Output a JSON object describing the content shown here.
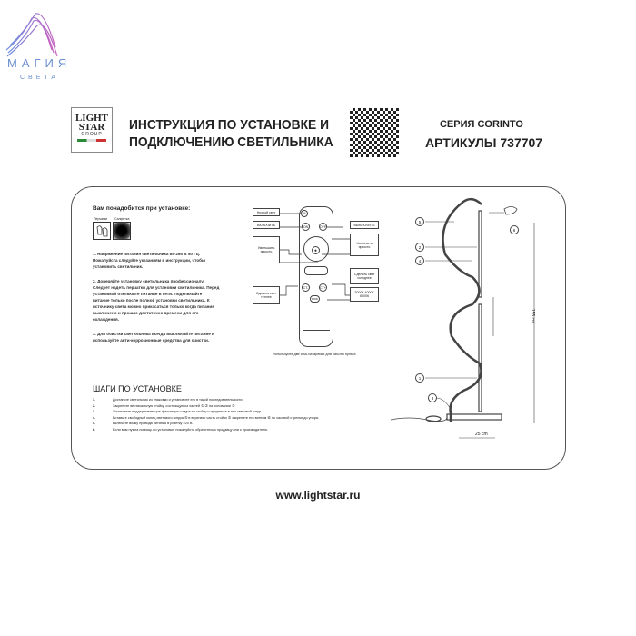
{
  "brand": {
    "name": "МАГИЯ",
    "sub": "СВЕТА"
  },
  "header": {
    "logo": [
      "LIGHT",
      "STAR",
      "GROUP"
    ],
    "title_line1": "ИНСТРУКЦИЯ ПО УСТАНОВКЕ И",
    "title_line2": "ПОДКЛЮЧЕНИЮ СВЕТИЛЬНИКА",
    "series": "СЕРИЯ CORINTO",
    "article": "АРТИКУЛЫ 737707"
  },
  "need": {
    "title": "Вам понадобится при установке:",
    "tools": [
      "Перчатки",
      "Салфетка"
    ]
  },
  "paragraphs": [
    "1. Напряжение питания светильника 85-265 В 50 Гц. Пожалуйста следуйте указаниям в инструкции, чтобы установить светильник.",
    "2. Доверяйте установку светильника профессионалу. Следует надеть перчатки для установки светильника. Перед установкой отключите питание в сети. Подключайте питание только после полной установки светильника. К источнику света можно прикасаться только когда питание выключено и прошло достаточно времени для его охлаждения.",
    "3. Для очистки светильника всегда выключайте питание и используйте анти-коррозионные средства для очистки."
  ],
  "remote": {
    "labels": {
      "night": "Ночной свет",
      "on": "ВКЛЮЧИТЬ",
      "off": "ВЫКЛЮЧИТЬ",
      "dim": "Уменьшить яркость",
      "bright": "Увеличить яркость",
      "warm": "Сделать свет теплее",
      "cold": "Сделать свет холоднее",
      "cct": "3000К 4000К 6000К"
    },
    "buttons": {
      "m": "M",
      "on": "ON",
      "off": "OFF",
      "ctm": "CT-",
      "ctp": "CT+",
      "cct": "3000K"
    },
    "caption": "Используйте две AAA батарейки для работы пульта"
  },
  "steps": {
    "title": "ШАГИ ПО УСТАНОВКЕ",
    "items": [
      {
        "n": "1.",
        "t": "Достаньте светильник из упаковки и установите его в такой последовательности:"
      },
      {
        "n": "2.",
        "t": "Закрепите вертикальную стойку, состоящую из частей ① ② на основании ③"
      },
      {
        "n": "3.",
        "t": "Установите поддерживающие фиксаторы шнура на стойку и проденьте в них световой шнур."
      },
      {
        "n": "4.",
        "t": "Вставьте свободный конец светового шнура ⑤ в верхнюю часть стойки ② закрепите его винтом ⑥ по часовой стрелке до упора."
      },
      {
        "n": "5.",
        "t": "Включите вилку провода питания в розетку 220 В."
      },
      {
        "n": "6.",
        "t": "Если вам нужна помощь по установке, пожалуйста обратитесь к продавцу или к производителю."
      }
    ]
  },
  "lamp": {
    "height": "155 cm",
    "width": "25 cm",
    "parts": [
      "5",
      "2",
      "4",
      "6",
      "1",
      "3"
    ]
  },
  "footer": {
    "url": "www.lightstar.ru"
  }
}
